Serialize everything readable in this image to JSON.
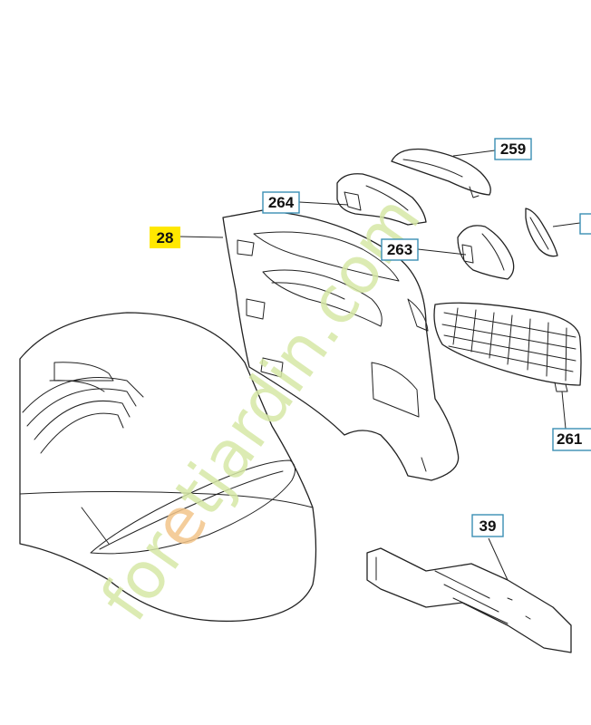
{
  "callouts": {
    "c28": "28",
    "c264": "264",
    "c259": "259",
    "c263": "263",
    "c39": "39",
    "c261_partial": "261"
  },
  "watermark": {
    "text": "foretjardin.com",
    "text_main": "for",
    "text_accent": "e",
    "text_tail": "tjardin.com"
  },
  "colors": {
    "highlight": "#ffe800",
    "callout_border": "#3a8fb4",
    "watermark": "#d6e8a6",
    "watermark_accent": "#f3c58a"
  }
}
